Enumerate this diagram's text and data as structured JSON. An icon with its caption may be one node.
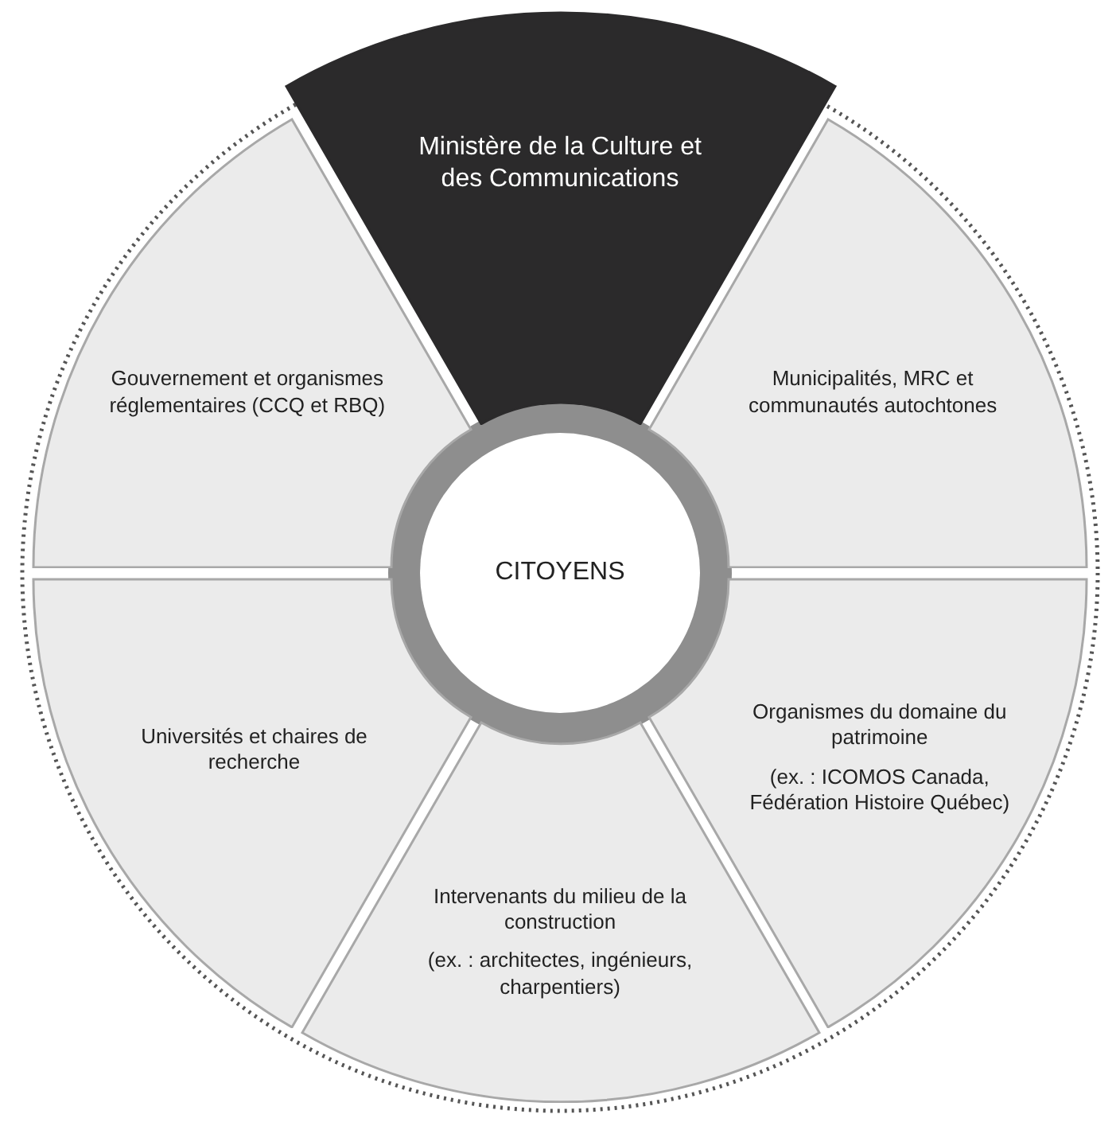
{
  "diagram": {
    "nodes": [
      {
        "text": [
          "Ministère de la Culture et des Communications"
        ]
      },
      {
        "text": [
          "Gouvernement et organismes réglementaires (CCQ et RBQ)"
        ]
      },
      {
        "text": [
          "Municipalités, MRC et communautés autochtones"
        ]
      },
      {
        "text": [
          "CITOYENS"
        ]
      },
      {
        "text": [
          "Universités et chaires de recherche"
        ]
      },
      {
        "text": [
          "Organismes du domaine du patrimoine",
          "(ex. : ICOMOS Canada, Fédération Histoire Québec)"
        ]
      },
      {
        "text": [
          "Intervenants du milieu de la construction",
          "(ex. : architectes, ingénieurs, charpentiers)"
        ]
      }
    ]
  }
}
